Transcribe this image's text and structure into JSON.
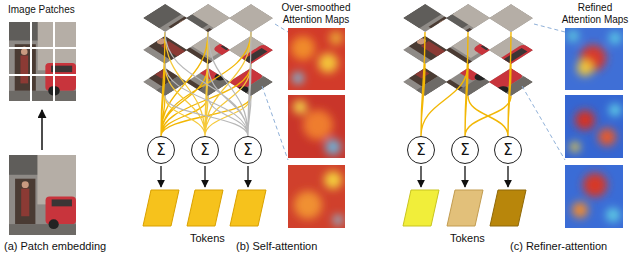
{
  "diagram": {
    "nodes": [
      {
        "text": [
          "Σ"
        ]
      },
      {
        "text": [
          "Σ"
        ]
      },
      {
        "text": [
          "Σ"
        ]
      },
      {
        "text": [
          "Σ"
        ]
      },
      {
        "text": [
          "Σ"
        ]
      },
      {
        "text": [
          "Σ"
        ]
      }
    ],
    "labels": [
      "Image Patches",
      "(a) Patch embedding",
      "Over-smoothed Attention Maps",
      "Tokens",
      "(b) Self-attention",
      "Refined Attention Maps",
      "Tokens",
      "(c) Refiner-attention"
    ]
  }
}
